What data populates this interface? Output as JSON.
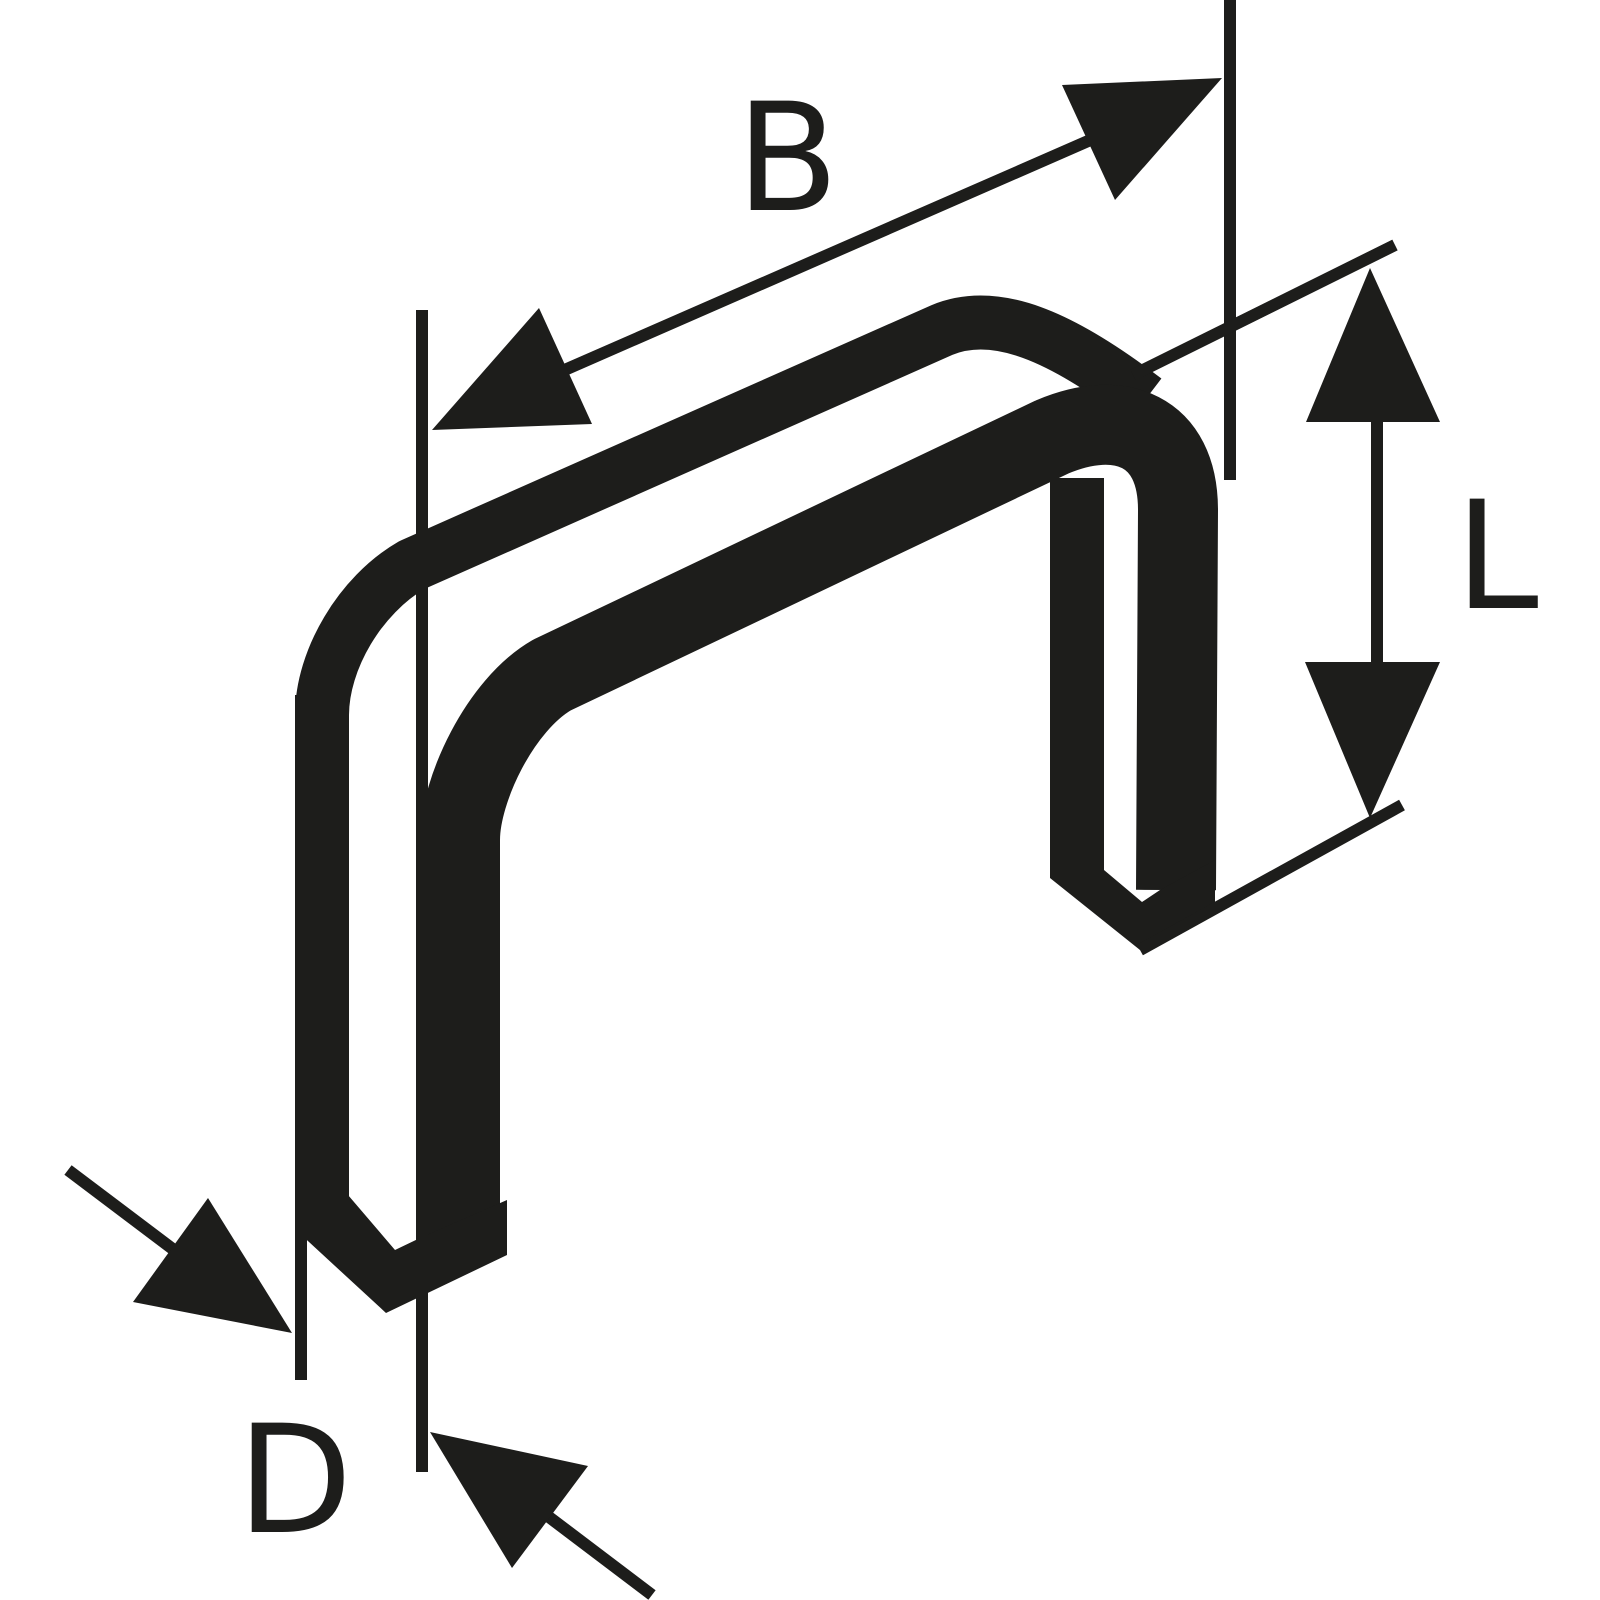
{
  "diagram": {
    "ink_color": "#1d1d1b",
    "background_color": "#ffffff",
    "labels": {
      "width": "B",
      "leg_length": "L",
      "wire_diameter": "D"
    }
  }
}
